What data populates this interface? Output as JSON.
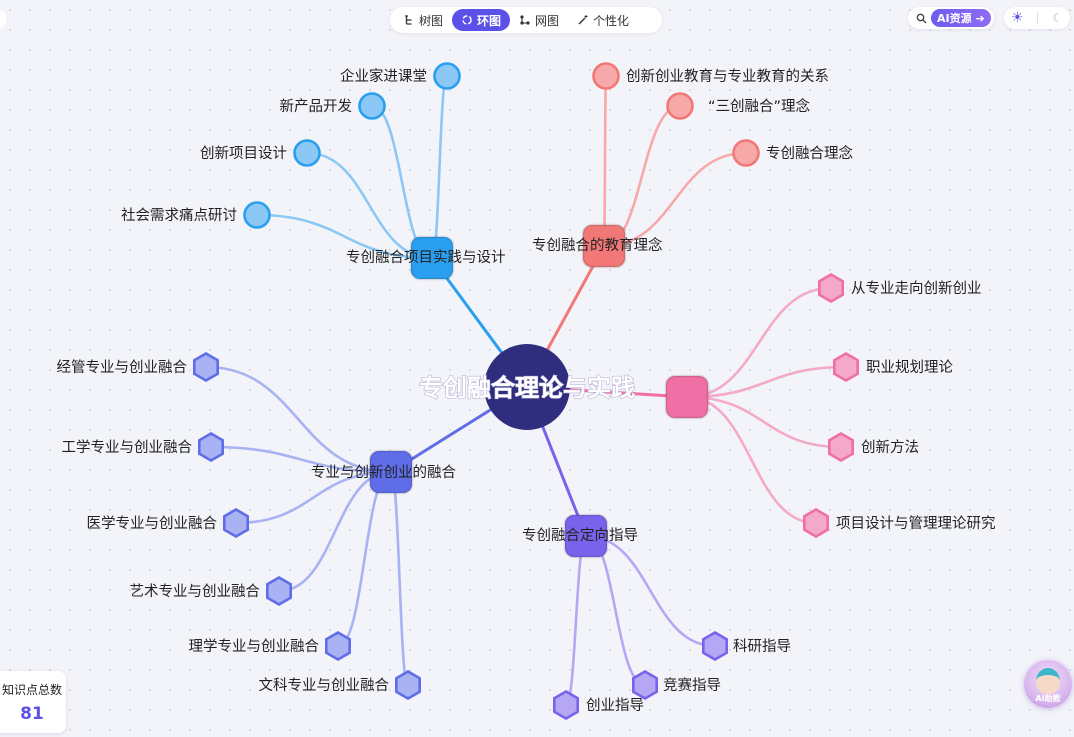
{
  "toolbar": {
    "tabs": [
      {
        "label": "树图",
        "icon": "tree-icon",
        "active": false
      },
      {
        "label": "环图",
        "icon": "radial-icon",
        "active": true
      },
      {
        "label": "网图",
        "icon": "network-icon",
        "active": false
      },
      {
        "label": "个性化",
        "icon": "magic-wand-icon",
        "active": false
      }
    ],
    "ai_resource_label": "AI资源",
    "theme_light_icon": "sun-icon",
    "theme_dark_icon": "moon-icon"
  },
  "stats": {
    "label": "知识点总数",
    "value": "81"
  },
  "assistant": {
    "label": "AI助教"
  },
  "colors": {
    "accent": "#5b51e8",
    "center": "#2e2d7e",
    "blue": "#2a9ff0",
    "red": "#f27878",
    "pink": "#f06fa5",
    "indigo": "#5f6ee8",
    "purple": "#7a63ec"
  },
  "mindmap": {
    "center": "专创融合理论与实践",
    "branches": [
      {
        "label": "专创融合项目实践与设计",
        "color": "#2a9ff0",
        "light": "#8cc8f5",
        "children": [
          "企业家进课堂",
          "新产品开发",
          "创新项目设计",
          "社会需求痛点研讨"
        ]
      },
      {
        "label": "专创融合的教育理念",
        "color": "#f27878",
        "light": "#f7a9a9",
        "children": [
          "创新创业教育与专业教育的关系",
          "“三创融合”理念",
          "专创融合理念"
        ]
      },
      {
        "label": "",
        "color": "#f06fa5",
        "light": "#f5a9c8",
        "children": [
          "从专业走向创新创业",
          "职业规划理论",
          "创新方法",
          "项目设计与管理理论研究"
        ]
      },
      {
        "label": "专创融合定向指导",
        "color": "#7a63ec",
        "light": "#b5a7f3",
        "children": [
          "科研指导",
          "竞赛指导",
          "创业指导"
        ]
      },
      {
        "label": "专业与创新创业的融合",
        "color": "#5f6ee8",
        "light": "#a9b2f3",
        "children": [
          "经管专业与创业融合",
          "工学专业与创业融合",
          "医学专业与创业融合",
          "艺术专业与创业融合",
          "理学专业与创业融合",
          "文科专业与创业融合"
        ]
      }
    ]
  }
}
